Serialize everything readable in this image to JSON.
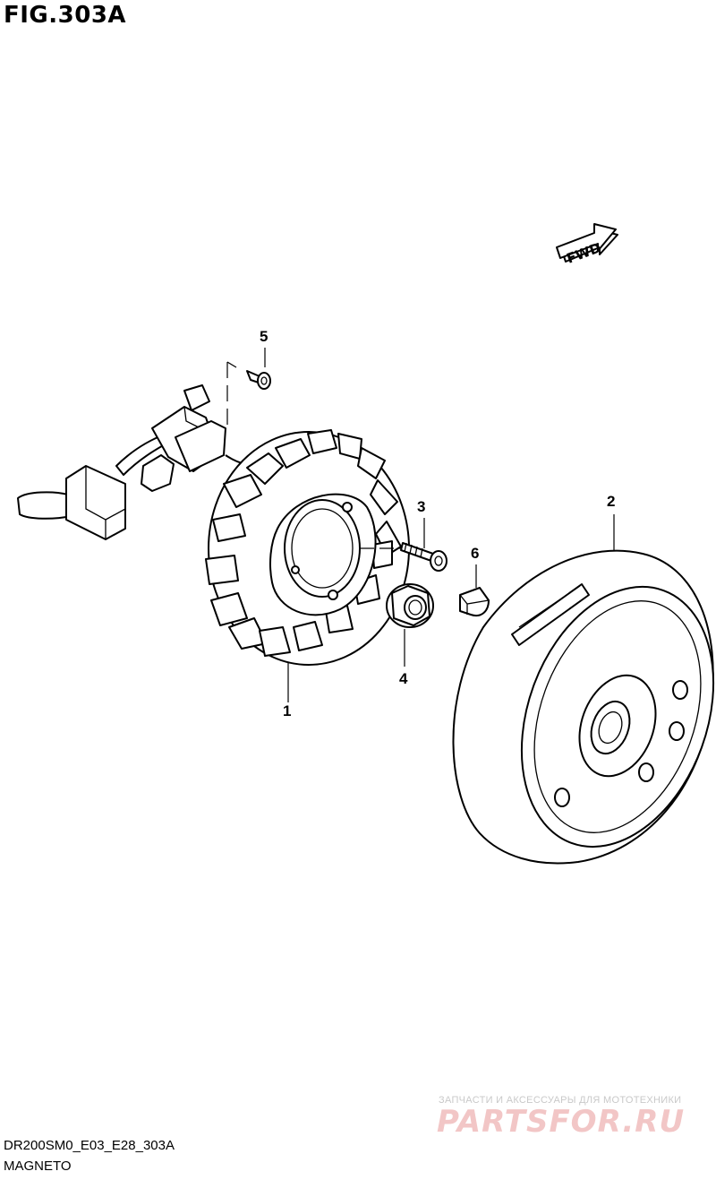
{
  "figure_title": "FIG.303A",
  "fwd_label": "FWD",
  "callouts": {
    "p1": "1",
    "p2": "2",
    "p3": "3",
    "p4": "4",
    "p5": "5",
    "p6": "6"
  },
  "footer": {
    "diagram_code": "DR200SM0_E03_E28_303A",
    "section_name": "MAGNETO"
  },
  "watermark": {
    "tagline": "ЗАПЧАСТИ И АКСЕССУАРЫ ДЛЯ МОТОТЕХНИКИ",
    "logo": "PARTSFOR.RU"
  }
}
